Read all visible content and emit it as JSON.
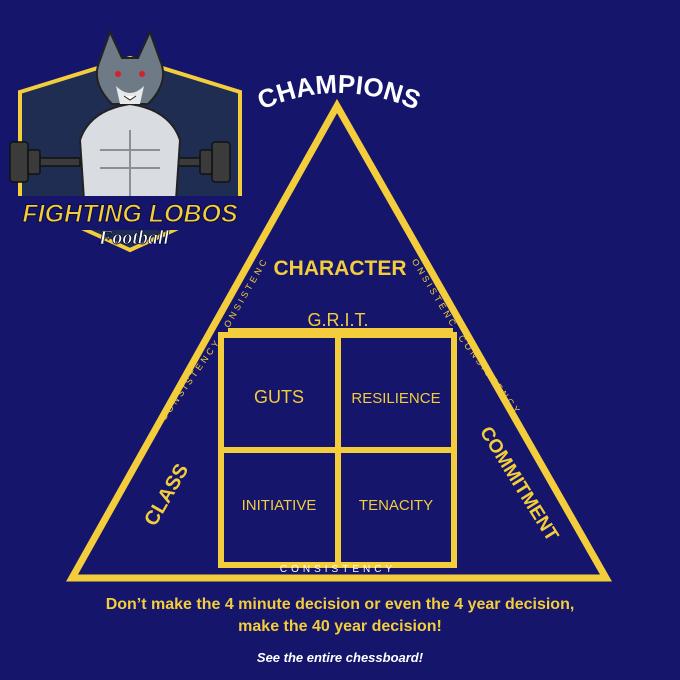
{
  "logo": {
    "line1": "FIGHTING LOBOS",
    "line2": "Football"
  },
  "pyramid": {
    "apex_label": "CHAMPIONS",
    "top_label": "CHARACTER",
    "grit_label": "G.R.I.T.",
    "cells": [
      "GUTS",
      "RESILIENCE",
      "INITIATIVE",
      "TENACITY"
    ],
    "left_side": "CLASS",
    "right_side": "COMMITMENT",
    "edge_word": "CONSISTENCY"
  },
  "footer": {
    "line1": "Don’t make the 4 minute decision or even the 4 year decision,",
    "line2": "make the 40 year decision!",
    "tagline": "See the entire chessboard!"
  },
  "colors": {
    "background": "#14156b",
    "accent": "#f3cd3b",
    "text": "#ffffff"
  }
}
